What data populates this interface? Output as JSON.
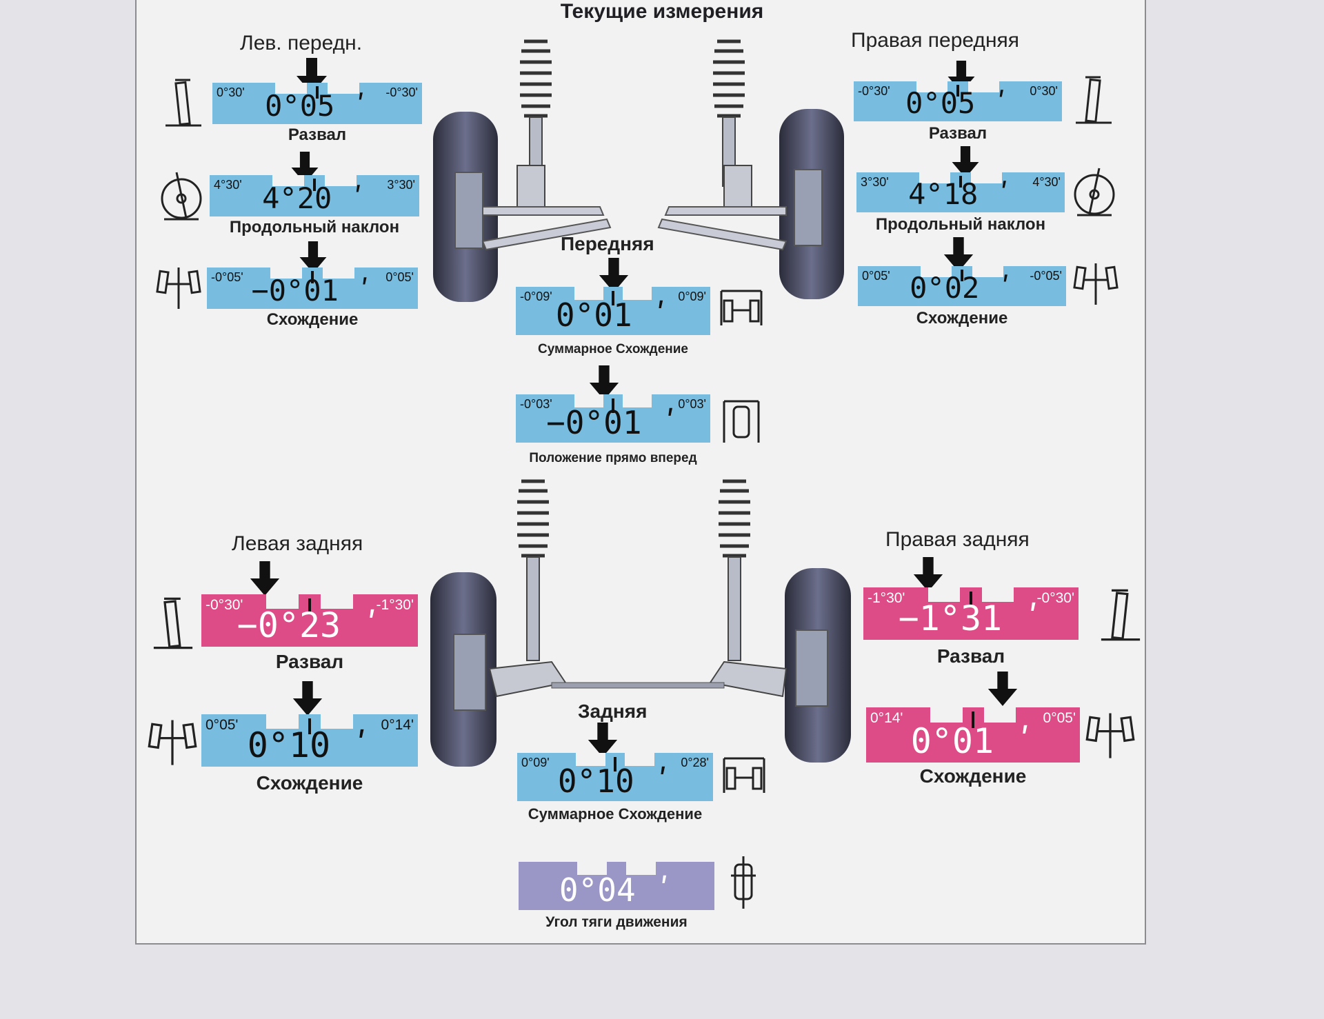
{
  "title": "Текущие измерения",
  "colors": {
    "blue": "#78bde0",
    "red": "#dd4c86",
    "purple": "#9a97c7",
    "paper": "#f2f2f3"
  },
  "headings": {
    "front_left": "Лев. передн.",
    "front_right": "Правая передняя",
    "front": "Передняя",
    "rear_left": "Левая задняя",
    "rear_right": "Правая задняя",
    "rear": "Задняя"
  },
  "front_left": {
    "camber": {
      "min": "0°30'",
      "max": "-0°30'",
      "value": "0°05 ʹ",
      "label": "Развал",
      "status": "ok"
    },
    "caster": {
      "min": "4°30'",
      "max": "3°30'",
      "value": "4°20 ʹ",
      "label": "Продольный наклон",
      "status": "ok"
    },
    "toe": {
      "min": "-0°05'",
      "max": "0°05'",
      "value": "−0°01 ʹ",
      "label": "Схождение",
      "status": "ok"
    }
  },
  "front_right": {
    "camber": {
      "min": "-0°30'",
      "max": "0°30'",
      "value": "0°05 ʹ",
      "label": "Развал",
      "status": "ok"
    },
    "caster": {
      "min": "3°30'",
      "max": "4°30'",
      "value": "4°18 ʹ",
      "label": "Продольный наклон",
      "status": "ok"
    },
    "toe": {
      "min": "0°05'",
      "max": "-0°05'",
      "value": "0°02 ʹ",
      "label": "Схождение",
      "status": "ok"
    }
  },
  "front_total": {
    "total_toe": {
      "min": "-0°09'",
      "max": "0°09'",
      "value": "0°01 ʹ",
      "label": "Суммарное Схождение",
      "status": "ok"
    },
    "straight_ahead": {
      "min": "-0°03'",
      "max": "0°03'",
      "value": "−0°01 ʹ",
      "label": "Положение прямо вперед",
      "status": "ok"
    }
  },
  "rear_left": {
    "camber": {
      "min": "-0°30'",
      "max": "-1°30'",
      "value": "−0°23 ʹ",
      "label": "Развал",
      "status": "out"
    },
    "toe": {
      "min": "0°05'",
      "max": "0°14'",
      "value": "0°10 ʹ",
      "label": "Схождение",
      "status": "ok"
    }
  },
  "rear_right": {
    "camber": {
      "min": "-1°30'",
      "max": "-0°30'",
      "value": "−1°31 ʹ",
      "label": "Развал",
      "status": "out"
    },
    "toe": {
      "min": "0°14'",
      "max": "0°05'",
      "value": "0°01 ʹ",
      "label": "Схождение",
      "status": "out"
    }
  },
  "rear_total": {
    "total_toe": {
      "min": "0°09'",
      "max": "0°28'",
      "value": "0°10 ʹ",
      "label": "Суммарное Схождение",
      "status": "ok"
    },
    "thrust_angle": {
      "value": "0°04 ʹ",
      "label": "Угол тяги движения",
      "status": "neutral"
    }
  },
  "icons": [
    "camber-icon",
    "caster-icon",
    "toe-icon",
    "total-toe-icon",
    "steering-icon",
    "thrust-icon",
    "front-suspension-illustration",
    "rear-suspension-illustration"
  ]
}
